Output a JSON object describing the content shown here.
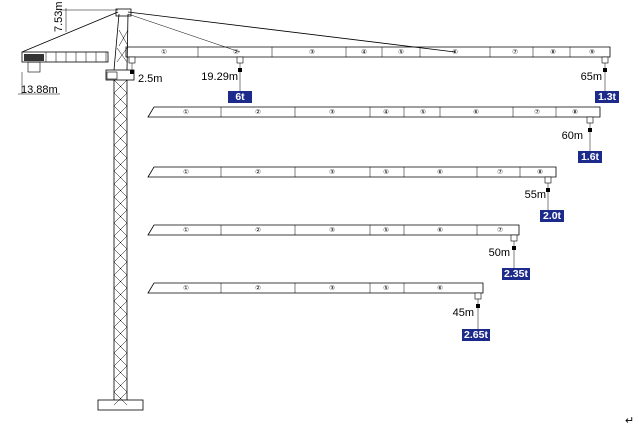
{
  "crane": {
    "top_height": "7.53m",
    "counter_jib_length": "13.88m",
    "min_radius": "2.5m",
    "return_mark": "↵",
    "brand_color": "#1c2a8c"
  },
  "jibs": [
    {
      "segments": [
        "①",
        "②",
        "③",
        "④",
        "⑤",
        "⑥",
        "⑦",
        "⑧",
        "⑨"
      ],
      "radius_label": "65m",
      "tip_capacity": "1.3t",
      "intermediate": {
        "radius_label": "19.29m",
        "capacity": "6t"
      }
    },
    {
      "segments": [
        "①",
        "②",
        "③",
        "④",
        "⑤",
        "⑥",
        "⑦",
        "⑧"
      ],
      "radius_label": "60m",
      "tip_capacity": "1.6t"
    },
    {
      "segments": [
        "①",
        "②",
        "③",
        "⑤",
        "⑥",
        "⑦",
        "⑧"
      ],
      "radius_label": "55m",
      "tip_capacity": "2.0t"
    },
    {
      "segments": [
        "①",
        "②",
        "③",
        "⑤",
        "⑥",
        "⑦"
      ],
      "radius_label": "50m",
      "tip_capacity": "2.35t"
    },
    {
      "segments": [
        "①",
        "②",
        "③",
        "⑤",
        "⑥"
      ],
      "radius_label": "45m",
      "tip_capacity": "2.65t"
    }
  ]
}
